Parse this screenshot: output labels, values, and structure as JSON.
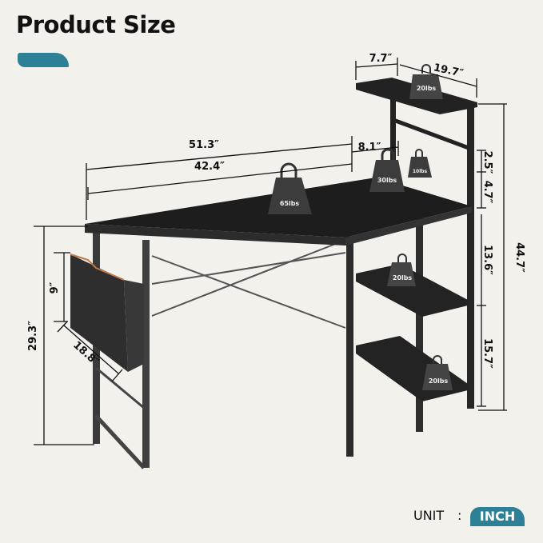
{
  "header": {
    "title": "Product Size"
  },
  "dimensions": {
    "total_width": "51.3″",
    "desk_width": "42.4″",
    "shelf_gap": "8.1″",
    "top_shelf_depth": "7.7″",
    "top_shelf_width": "19.7″",
    "hook_gap": "2.5″",
    "upper_gap": "4.7″",
    "middle_shelf_gap": "13.6″",
    "bottom_shelf_gap": "15.7″",
    "total_height": "44.7″",
    "desk_height": "29.3″",
    "bag_height": "9″",
    "bag_width": "18.8″"
  },
  "weights": {
    "desktop": "65lbs",
    "desk_corner": "30lbs",
    "hook": "10lbs",
    "top_shelf": "20lbs",
    "middle_shelf": "20lbs",
    "bottom_shelf": "20lbs"
  },
  "unit": {
    "label": "UNIT",
    "separator": ":",
    "value": "INCH"
  },
  "colors": {
    "accent": "#2e8097",
    "desk": "#1e1e1e",
    "background": "#f3f1ec"
  }
}
